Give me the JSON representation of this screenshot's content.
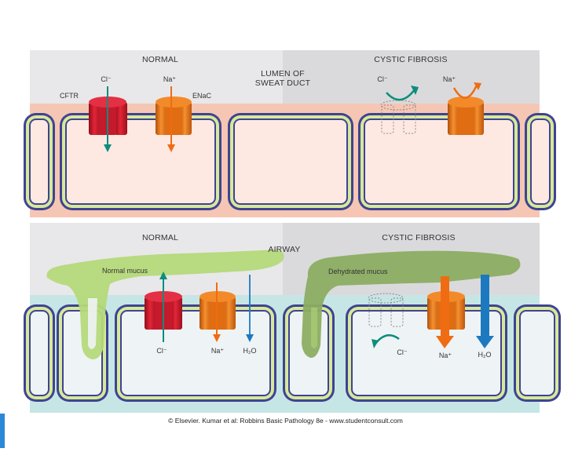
{
  "colors": {
    "panel_left": "#e8e8ea",
    "panel_right": "#dadadc",
    "sweat_tissue": "#f6c6b4",
    "airway_tissue": "#c6e6e6",
    "cell_fill": "#fde9e2",
    "cell_fill_airway": "#eef3f5",
    "membrane_dark": "#3e4492",
    "membrane_light": "#d8e89a",
    "cftr_red": "#d91d2f",
    "enac_orange": "#f07a1a",
    "arrow_teal": "#0e8c7c",
    "arrow_orange": "#ef6c13",
    "arrow_blue": "#1c79c0",
    "mucus_light": "#b5d97a",
    "mucus_dark": "#8cad62"
  },
  "top": {
    "left_heading": "NORMAL",
    "center_heading_line1": "LUMEN OF",
    "center_heading_line2": "SWEAT DUCT",
    "right_heading": "CYSTIC FIBROSIS",
    "cftr_label": "CFTR",
    "enac_label": "ENaC",
    "chloride_left": "Cl⁻",
    "sodium_left": "Na⁺",
    "chloride_right": "Cl⁻",
    "sodium_right": "Na⁺"
  },
  "bottom": {
    "left_heading": "NORMAL",
    "center_heading": "AIRWAY",
    "right_heading": "CYSTIC FIBROSIS",
    "normal_mucus_label": "Normal mucus",
    "dehydrated_mucus_label": "Dehydrated mucus",
    "chloride_left": "Cl⁻",
    "sodium_left": "Na⁺",
    "water_left": "H₂O",
    "chloride_right": "Cl⁻",
    "sodium_right": "Na⁺",
    "water_right": "H₂O"
  },
  "footer": "© Elsevier. Kumar et al: Robbins Basic Pathology 8e - www.studentconsult.com"
}
